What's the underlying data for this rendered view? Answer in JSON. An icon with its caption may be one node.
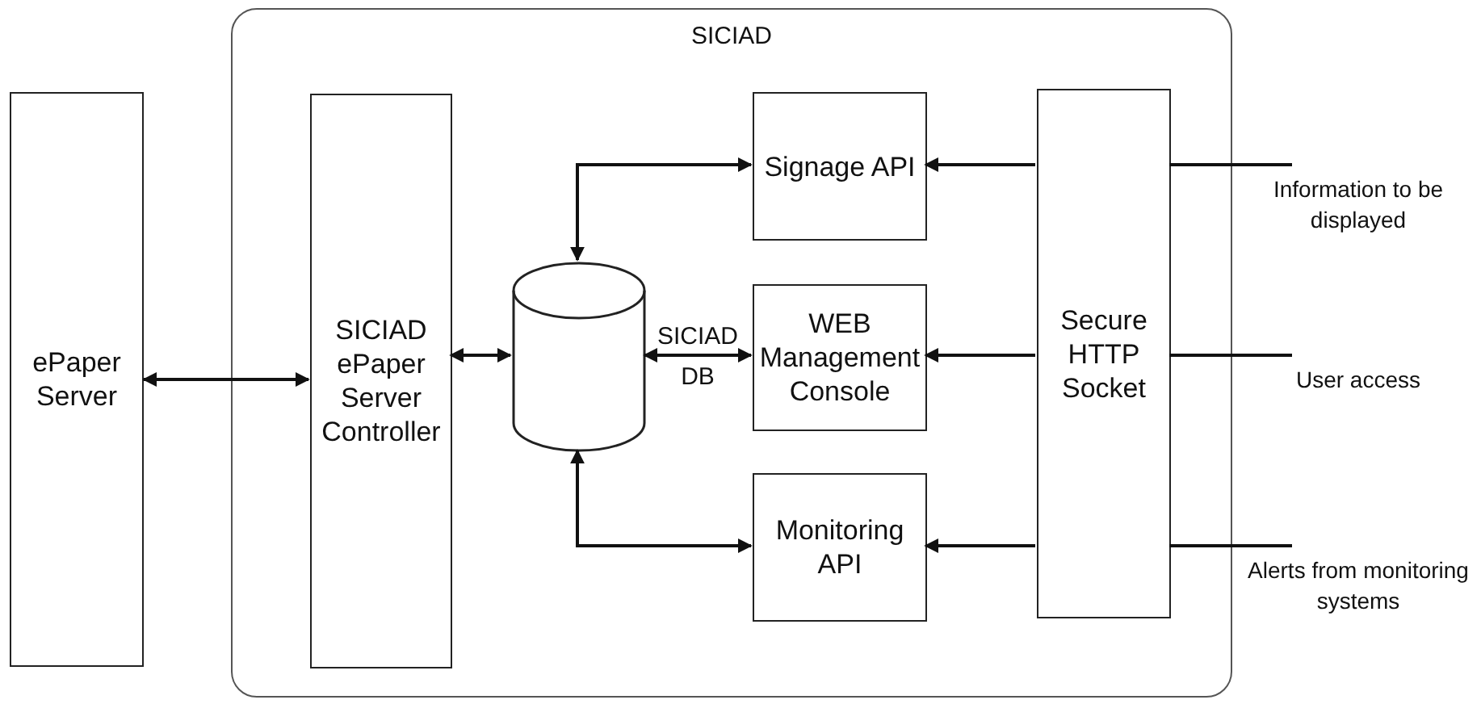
{
  "diagram": {
    "nodes": [
      {
        "text": [
          "SICIAD"
        ]
      },
      {
        "text": [
          "ePaper Server"
        ]
      },
      {
        "text": [
          "SICIAD ePaper Server Controller"
        ],
        "in": 0
      },
      {
        "text": [],
        "shape": "cylinder",
        "in": 0,
        "beside": [
          "SICIAD DB"
        ]
      },
      {
        "text": [
          "Signage API"
        ],
        "in": 0
      },
      {
        "text": [
          "WEB Management Console"
        ],
        "in": 0
      },
      {
        "text": [
          "Monitoring API"
        ],
        "in": 0
      },
      {
        "text": [
          "Secure HTTP Socket"
        ],
        "in": 0
      }
    ],
    "edges": [
      {
        "from": 1,
        "to": 2,
        "arrow": "both"
      },
      {
        "from": 2,
        "to": 3,
        "arrow": "both"
      },
      {
        "from": 3,
        "to": 4,
        "arrow": "both"
      },
      {
        "from": 3,
        "to": 5,
        "arrow": "both"
      },
      {
        "from": 3,
        "to": 6,
        "arrow": "both"
      },
      {
        "from": 7,
        "to": 4,
        "arrow": "to"
      },
      {
        "from": 7,
        "to": 5,
        "arrow": "to"
      },
      {
        "from": 7,
        "to": 6,
        "arrow": "to"
      },
      {
        "from": null,
        "to": 7,
        "arrow": "none",
        "label": "Information to be displayed"
      },
      {
        "from": null,
        "to": 7,
        "arrow": "none",
        "label": "User access"
      },
      {
        "from": null,
        "to": 7,
        "arrow": "none",
        "label": "Alerts from monitoring systems"
      }
    ]
  }
}
